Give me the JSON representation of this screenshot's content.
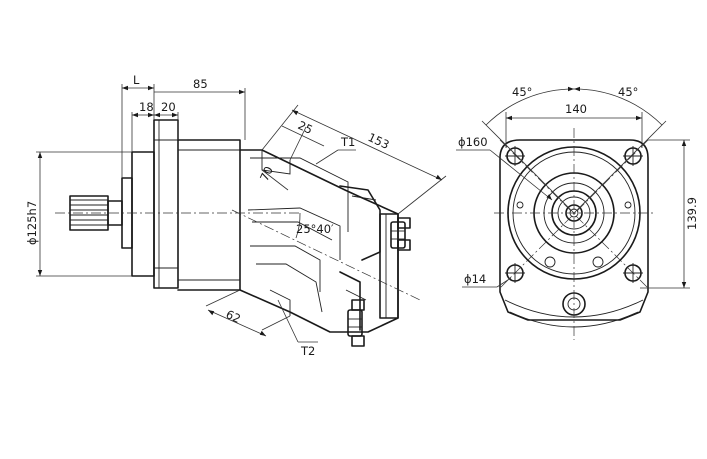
{
  "side_view": {
    "dim_L": "L",
    "dim_85": "85",
    "dim_18": "18",
    "dim_20": "20",
    "dim_shaft_dia": "ϕ125h7",
    "dim_25": "25",
    "dim_153": "153",
    "dim_70": "70",
    "dim_angle": "25°40′",
    "dim_62": "62",
    "port_T1": "T1",
    "port_T2": "T2"
  },
  "front_view": {
    "angle_left": "45°",
    "angle_right": "45°",
    "dim_140": "140",
    "dim_160": "ϕ160",
    "dim_139_9": "139.9",
    "dim_14": "ϕ14"
  }
}
